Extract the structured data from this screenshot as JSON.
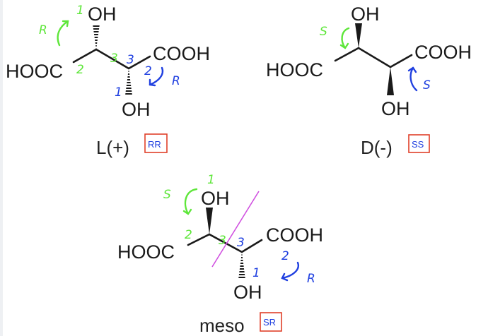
{
  "colors": {
    "green": "#5ee63a",
    "blue": "#2040e0",
    "box": "#e0402a",
    "mirror": "#d050e0"
  },
  "molecules": [
    {
      "name": "L(+)",
      "config": "RR",
      "left_group": "HOOC",
      "right_group": "COOH",
      "top_group": "OH",
      "bottom_group": "OH",
      "annotations": {
        "green": {
          "priority_1": "1",
          "priority_2": "2",
          "priority_3": "3",
          "descriptor": "R"
        },
        "blue": {
          "priority_1": "1",
          "priority_2": "2",
          "priority_3": "3",
          "descriptor": "R"
        }
      }
    },
    {
      "name": "D(-)",
      "config": "SS",
      "left_group": "HOOC",
      "right_group": "COOH",
      "top_group": "OH",
      "bottom_group": "OH",
      "annotations": {
        "green": {
          "descriptor": "S"
        },
        "blue": {
          "descriptor": "S"
        }
      }
    },
    {
      "name": "meso",
      "config": "SR",
      "left_group": "HOOC",
      "right_group": "COOH",
      "top_group": "OH",
      "bottom_group": "OH",
      "annotations": {
        "green": {
          "priority_1": "1",
          "priority_2": "2",
          "priority_3": "3",
          "descriptor": "S"
        },
        "blue": {
          "priority_1": "1",
          "priority_2": "2",
          "priority_3": "3",
          "descriptor": "R"
        }
      }
    }
  ]
}
